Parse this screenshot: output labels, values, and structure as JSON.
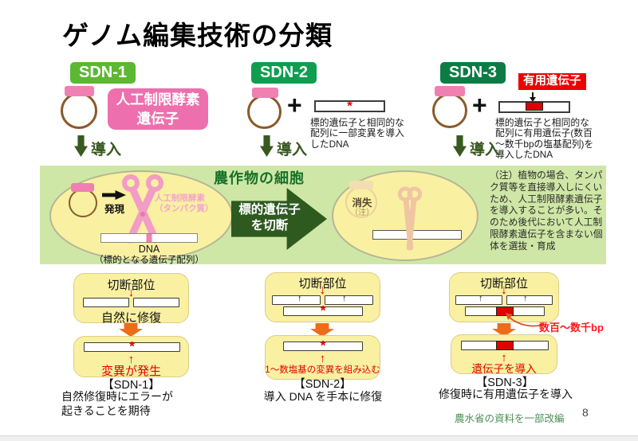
{
  "title": "ゲノム編集技術の分類",
  "glyphs": {
    "plus": "+",
    "asterisk": "*",
    "down_arrow": "↓",
    "up_arrow": "↑"
  },
  "top": {
    "sdn1": {
      "badge": "SDN-1",
      "label_lines": [
        "人工制限酵素",
        "遺伝子"
      ],
      "intro": "導入"
    },
    "sdn2": {
      "badge": "SDN-2",
      "intro": "導入",
      "caption_lines": [
        "標的遺伝子と相同的な",
        "配列に一部変異を導入",
        "したDNA"
      ]
    },
    "sdn3": {
      "badge": "SDN-3",
      "intro": "導入",
      "gene_label": "有用遺伝子",
      "caption_lines": [
        "標的遺伝子と相同的な",
        "配列に有用遺伝子(数百",
        "〜数千bpの塩基配列)を",
        "導入したDNA"
      ]
    }
  },
  "band": {
    "title": "農作物の細胞",
    "expression": "発現",
    "enzyme_lines": [
      "人工制限酵素",
      "（タンパク質）"
    ],
    "dna_label": "DNA",
    "dna_sub": "（標的となる遺伝子配列）",
    "arrow_lines": [
      "標的遺伝子",
      "を切断"
    ],
    "lost": "消失",
    "lost_note": "（注）",
    "note": "（注）植物の場合、タンパク質等を直接導入しにくいため、人工制限酵素遺伝子を導入することが多い。そのため後代において人工制限酵素遺伝子を含まない個体を選抜・育成"
  },
  "bottom": {
    "sdn1": {
      "cut_site": "切断部位",
      "mid": "自然に修復",
      "result": "変異が発生",
      "name": "【SDN-1】",
      "caption_lines": [
        "自然修復時にエラーが",
        "起きることを期待"
      ]
    },
    "sdn2": {
      "cut_site": "切断部位",
      "result": "1〜数塩基の変異を組み込む",
      "name": "【SDN-2】",
      "caption": "導入 DNA を手本に修復"
    },
    "sdn3": {
      "cut_site": "切断部位",
      "bp_label": "数百〜数千bp",
      "result": "遺伝子を導入",
      "name": "【SDN-3】",
      "caption": "修復時に有用遺伝子を導入"
    }
  },
  "footer": {
    "source": "農水省の資料を一部改編",
    "page": "8"
  },
  "colors": {
    "sdn1_badge": "#5cb732",
    "sdn2_badge": "#0f9e4f",
    "sdn3_badge": "#0d7b45",
    "pink": "#ee6fae",
    "plasmid_pink": "#f07fb2",
    "plasmid_ring": "#8a5a2a",
    "red": "#e60000",
    "useful_gene_red": "#ee0000",
    "dark_green_arrow": "#38591f",
    "band_bg": "#cfe7a6",
    "band_title_green": "#15702a",
    "big_arrow_green": "#2e5a20",
    "ellipse_yellow": "#f9f0a2",
    "box_yellow": "#f9f0a2",
    "orange": "#ed6c1a",
    "footer_green": "#4d8f55"
  }
}
